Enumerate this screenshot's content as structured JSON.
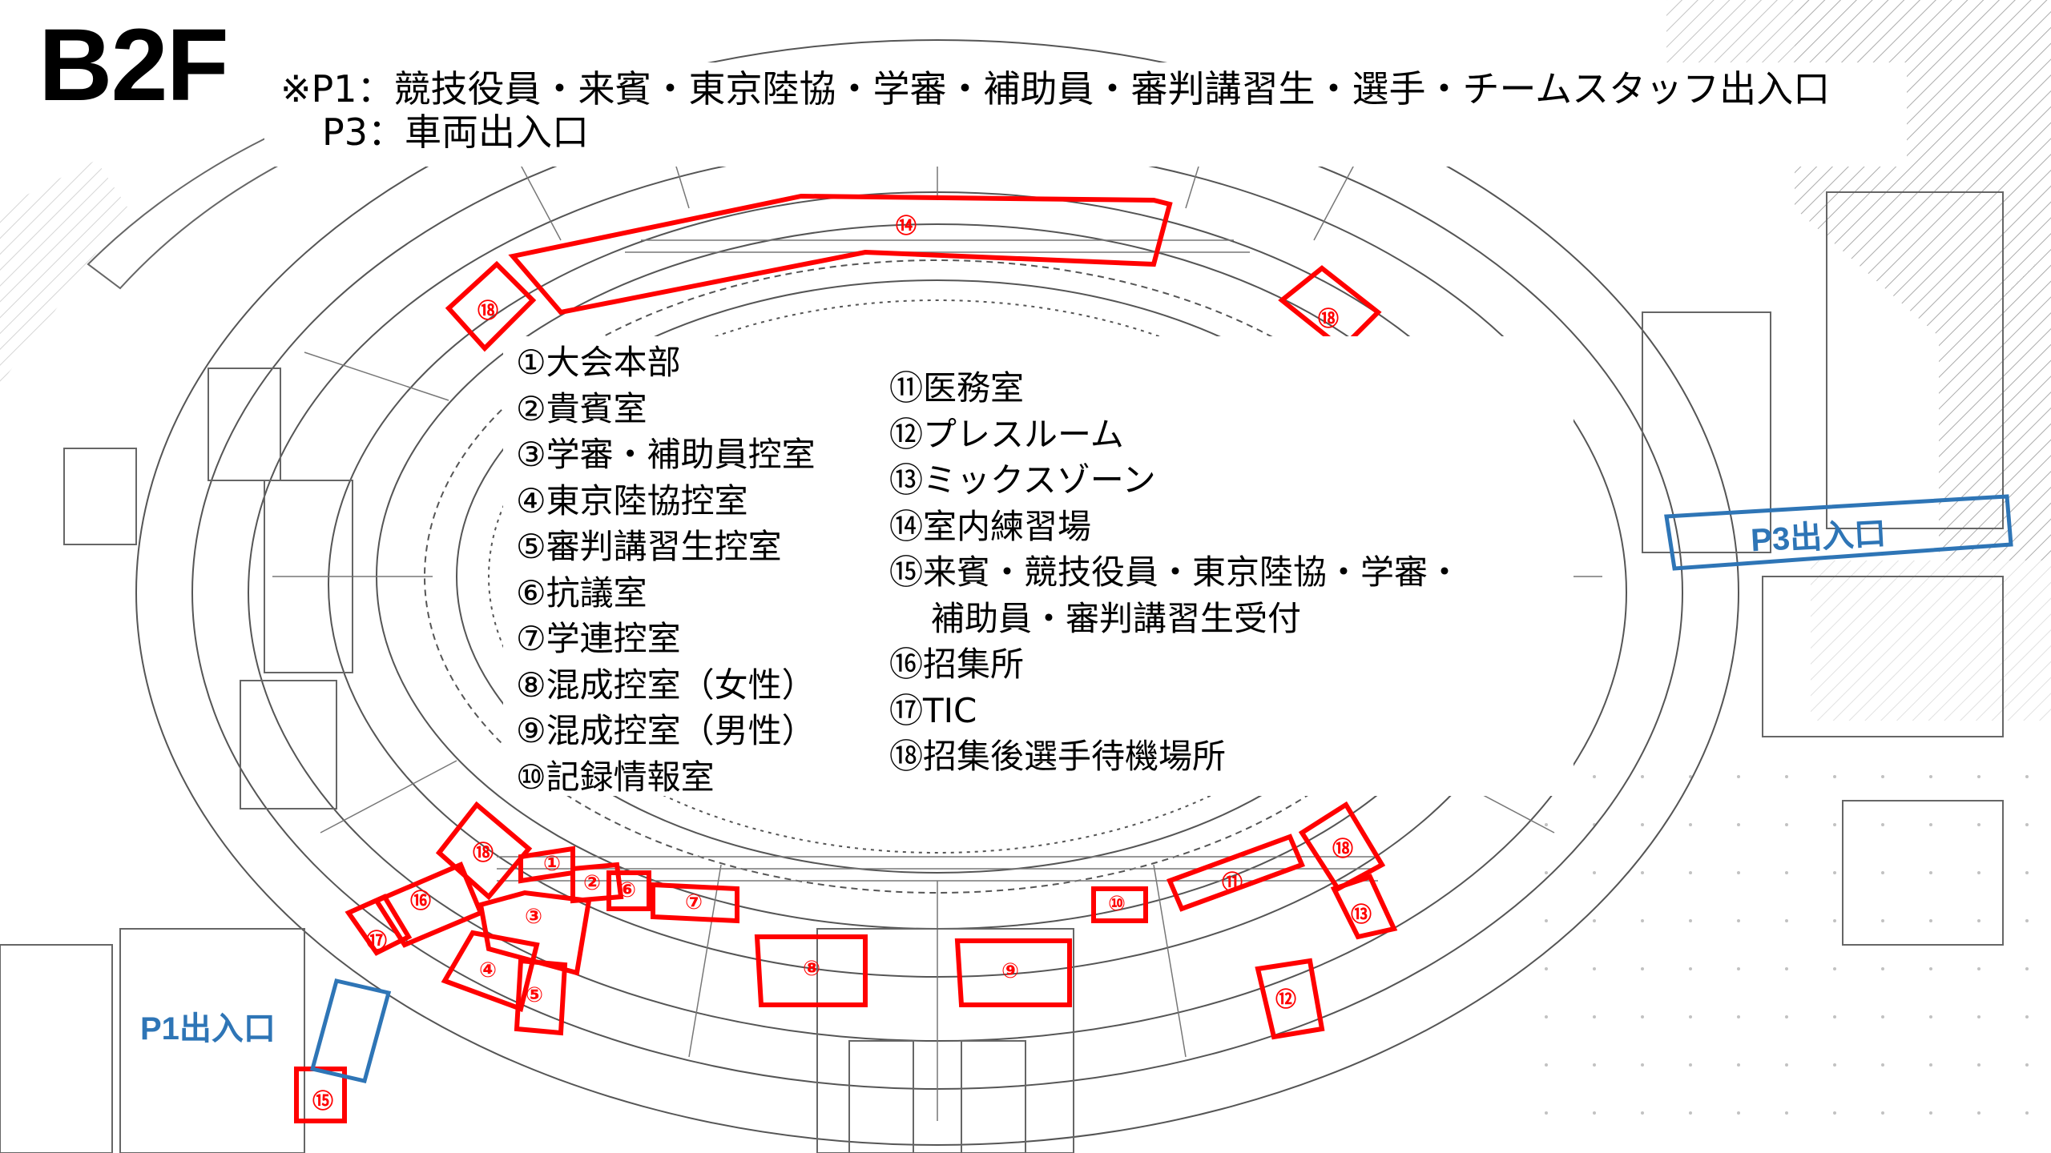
{
  "floor": "B2F",
  "notes": [
    "※P1：競技役員・来賓・東京陸協・学審・補助員・審判講習生・選手・チームスタッフ出入口",
    "P3：車両出入口"
  ],
  "legend": {
    "left": [
      "①大会本部",
      "②貴賓室",
      "③学審・補助員控室",
      "④東京陸協控室",
      "⑤審判講習生控室",
      "⑥抗議室",
      "⑦学連控室",
      "⑧混成控室（女性）",
      "⑨混成控室（男性）",
      "⑩記録情報室"
    ],
    "right": [
      "⑪医務室",
      "⑫プレスルーム",
      "⑬ミックスゾーン",
      "⑭室内練習場",
      "⑮来賓・競技役員・東京陸協・学審・",
      "補助員・審判講習生受付",
      "⑯招集所",
      "⑰TIC",
      "⑱招集後選手待機場所"
    ]
  },
  "markers": [
    "⑭",
    "⑱",
    "⑱",
    "⑱",
    "⑱",
    "①",
    "②",
    "⑥",
    "⑦",
    "③",
    "④",
    "⑤",
    "⑧",
    "⑨",
    "⑩",
    "⑪",
    "⑬",
    "⑫",
    "⑯",
    "⑰",
    "⑮"
  ],
  "entrances": [
    "P3出入口",
    "P1出入口"
  ],
  "colors": {
    "highlight": "#ff0000",
    "entrance": "#2e75b6",
    "drawing": "#555555"
  }
}
